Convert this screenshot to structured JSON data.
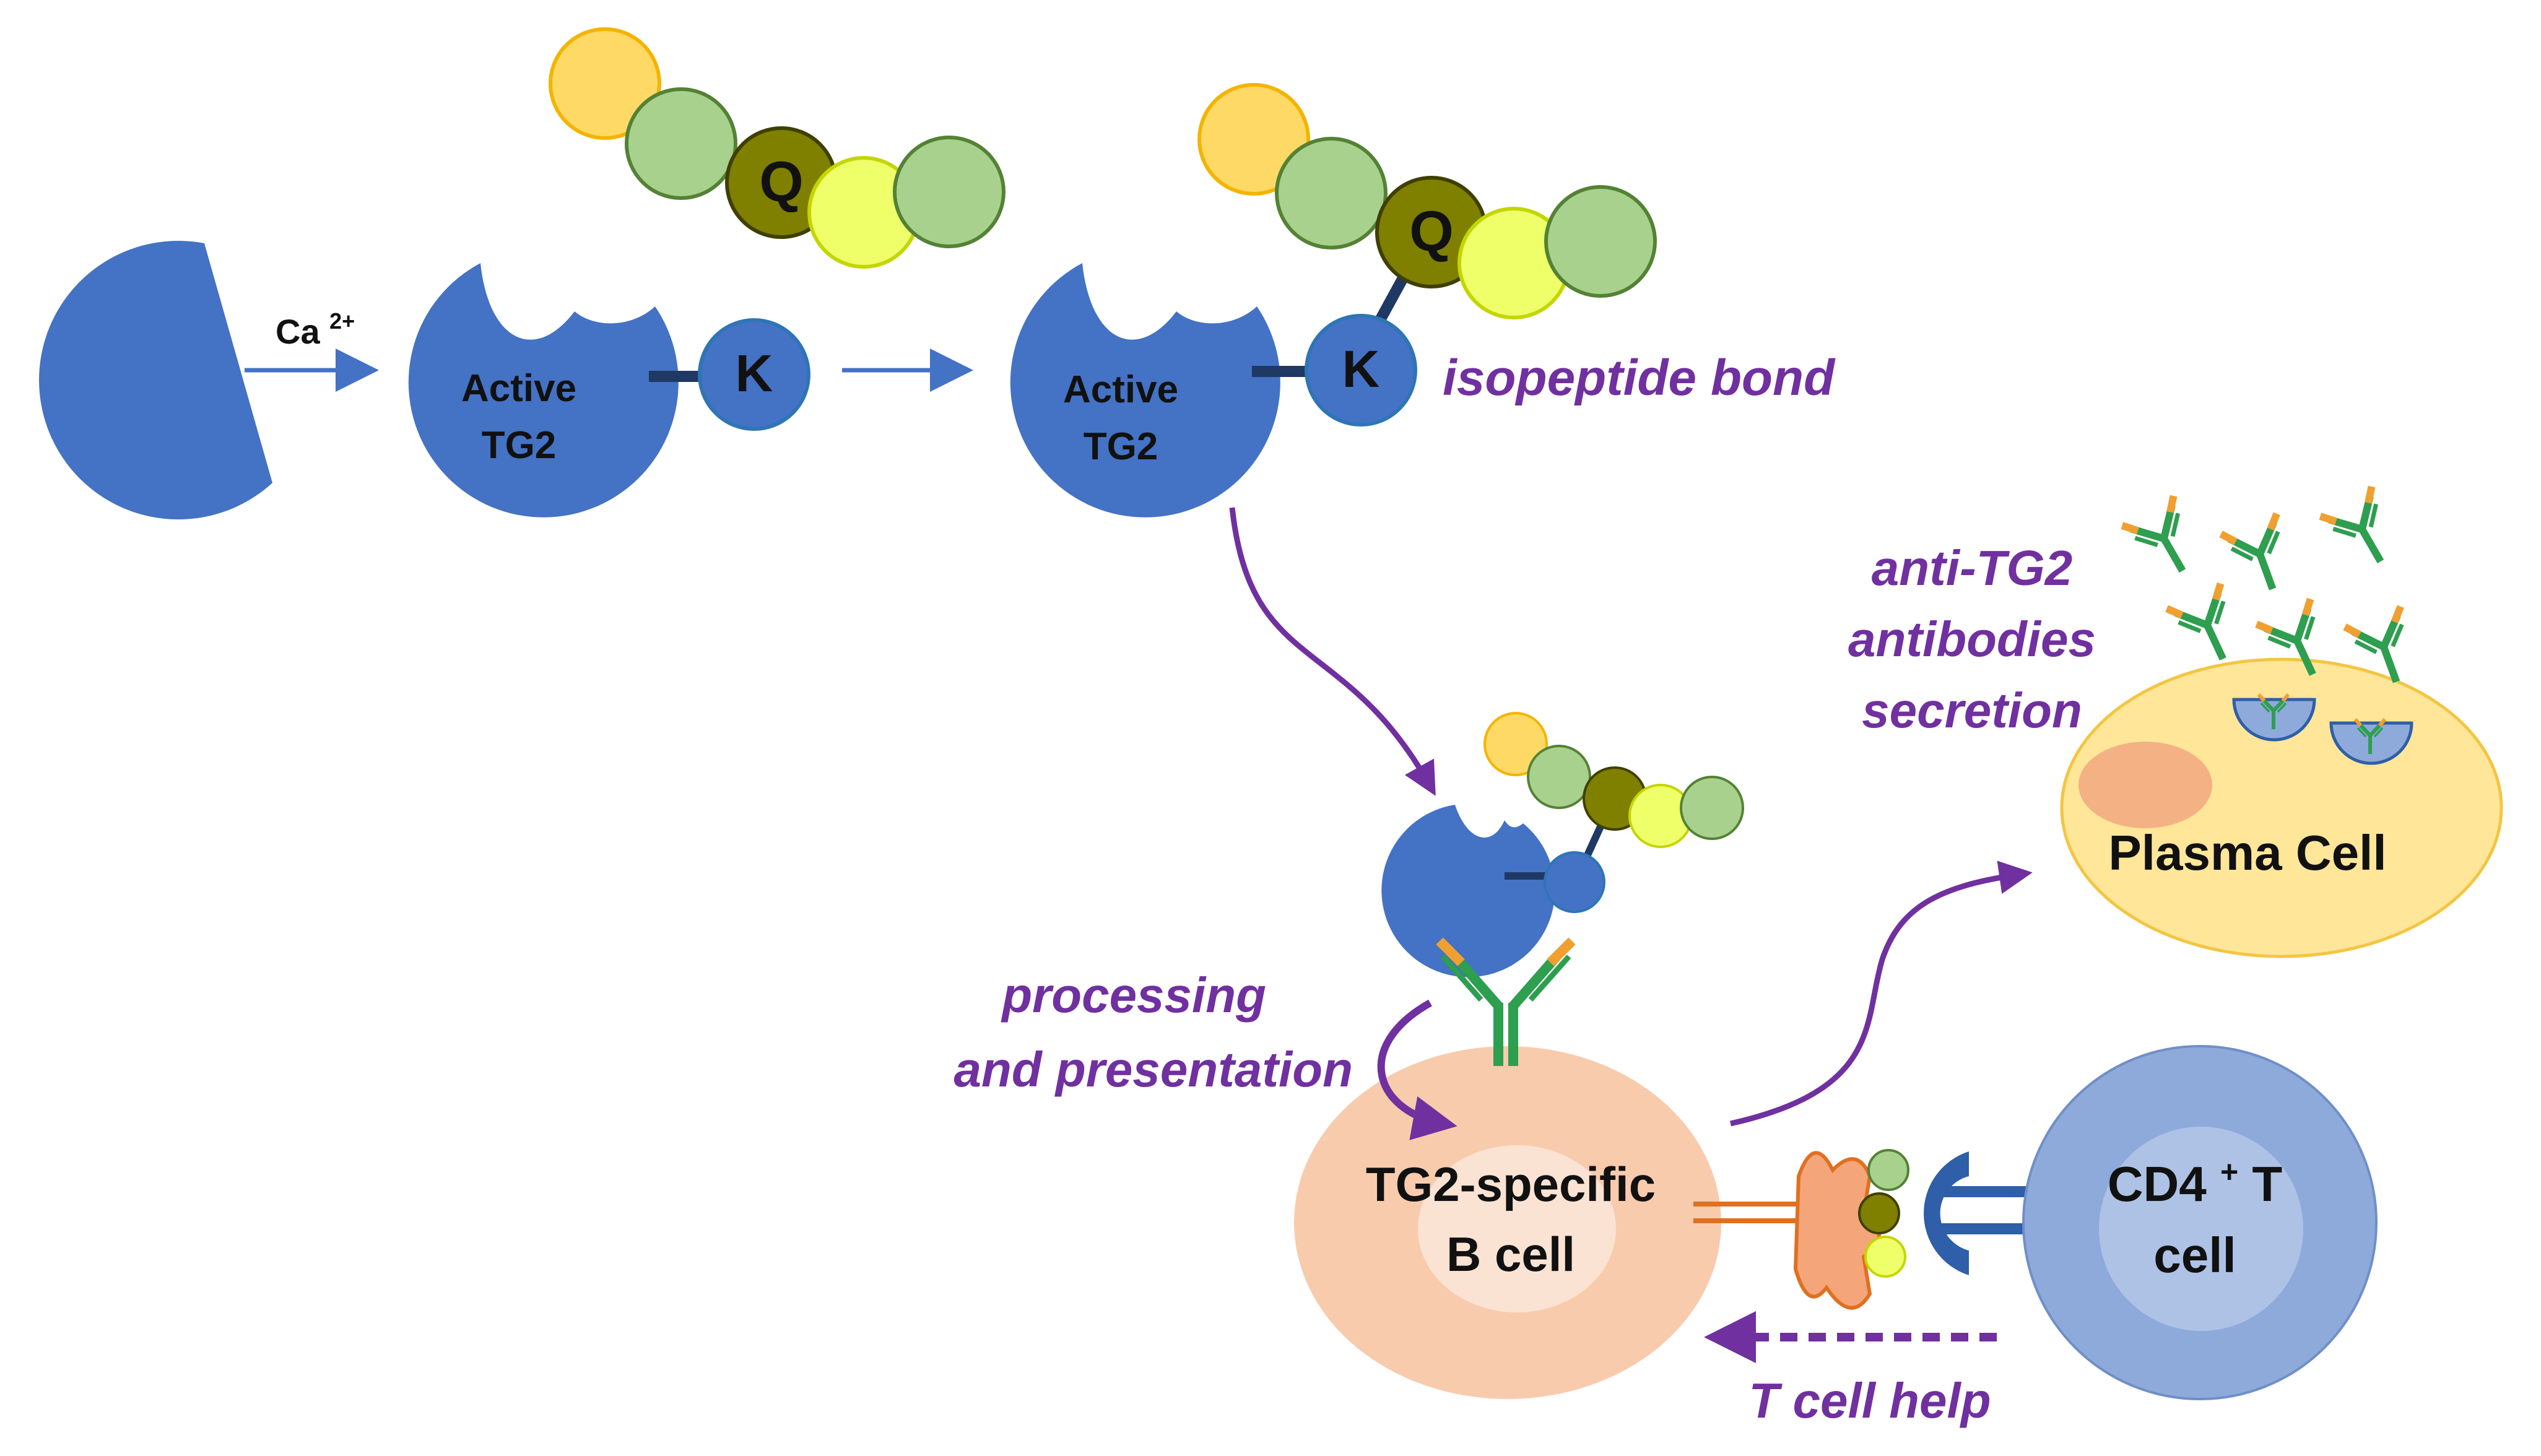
{
  "labels": {
    "ca_base": "Ca",
    "ca_sup": "2+",
    "active": "Active",
    "tg2": "TG2",
    "k": "K",
    "q": "Q",
    "isopeptide": "isopeptide bond",
    "anti_line1": "anti-TG2",
    "anti_line2": "antibodies",
    "anti_line3": "secretion",
    "plasma": "Plasma Cell",
    "processing_line1": "processing",
    "processing_line2": "and presentation",
    "bcell_line1": "TG2-specific",
    "bcell_line2": "B cell",
    "cd4_base": "CD4",
    "cd4_sup": "+",
    "cd4_t": " T",
    "cd4_cell": "cell",
    "tcell_help": "T cell help"
  },
  "colors": {
    "enzyme_blue": "#4472c4",
    "purple_text": "#7030a0",
    "peptide_yellow": "#ffd966",
    "peptide_green": "#a9d18e",
    "glutamine_olive": "#7f7f00",
    "peptide_lime": "#efff6a",
    "bcell_peach": "#f8cbad",
    "plasma_yellow": "#ffe699",
    "tcell_blue": "#8eaadb",
    "antibody_green": "#2e9e4f",
    "antibody_orange": "#f0a030"
  }
}
